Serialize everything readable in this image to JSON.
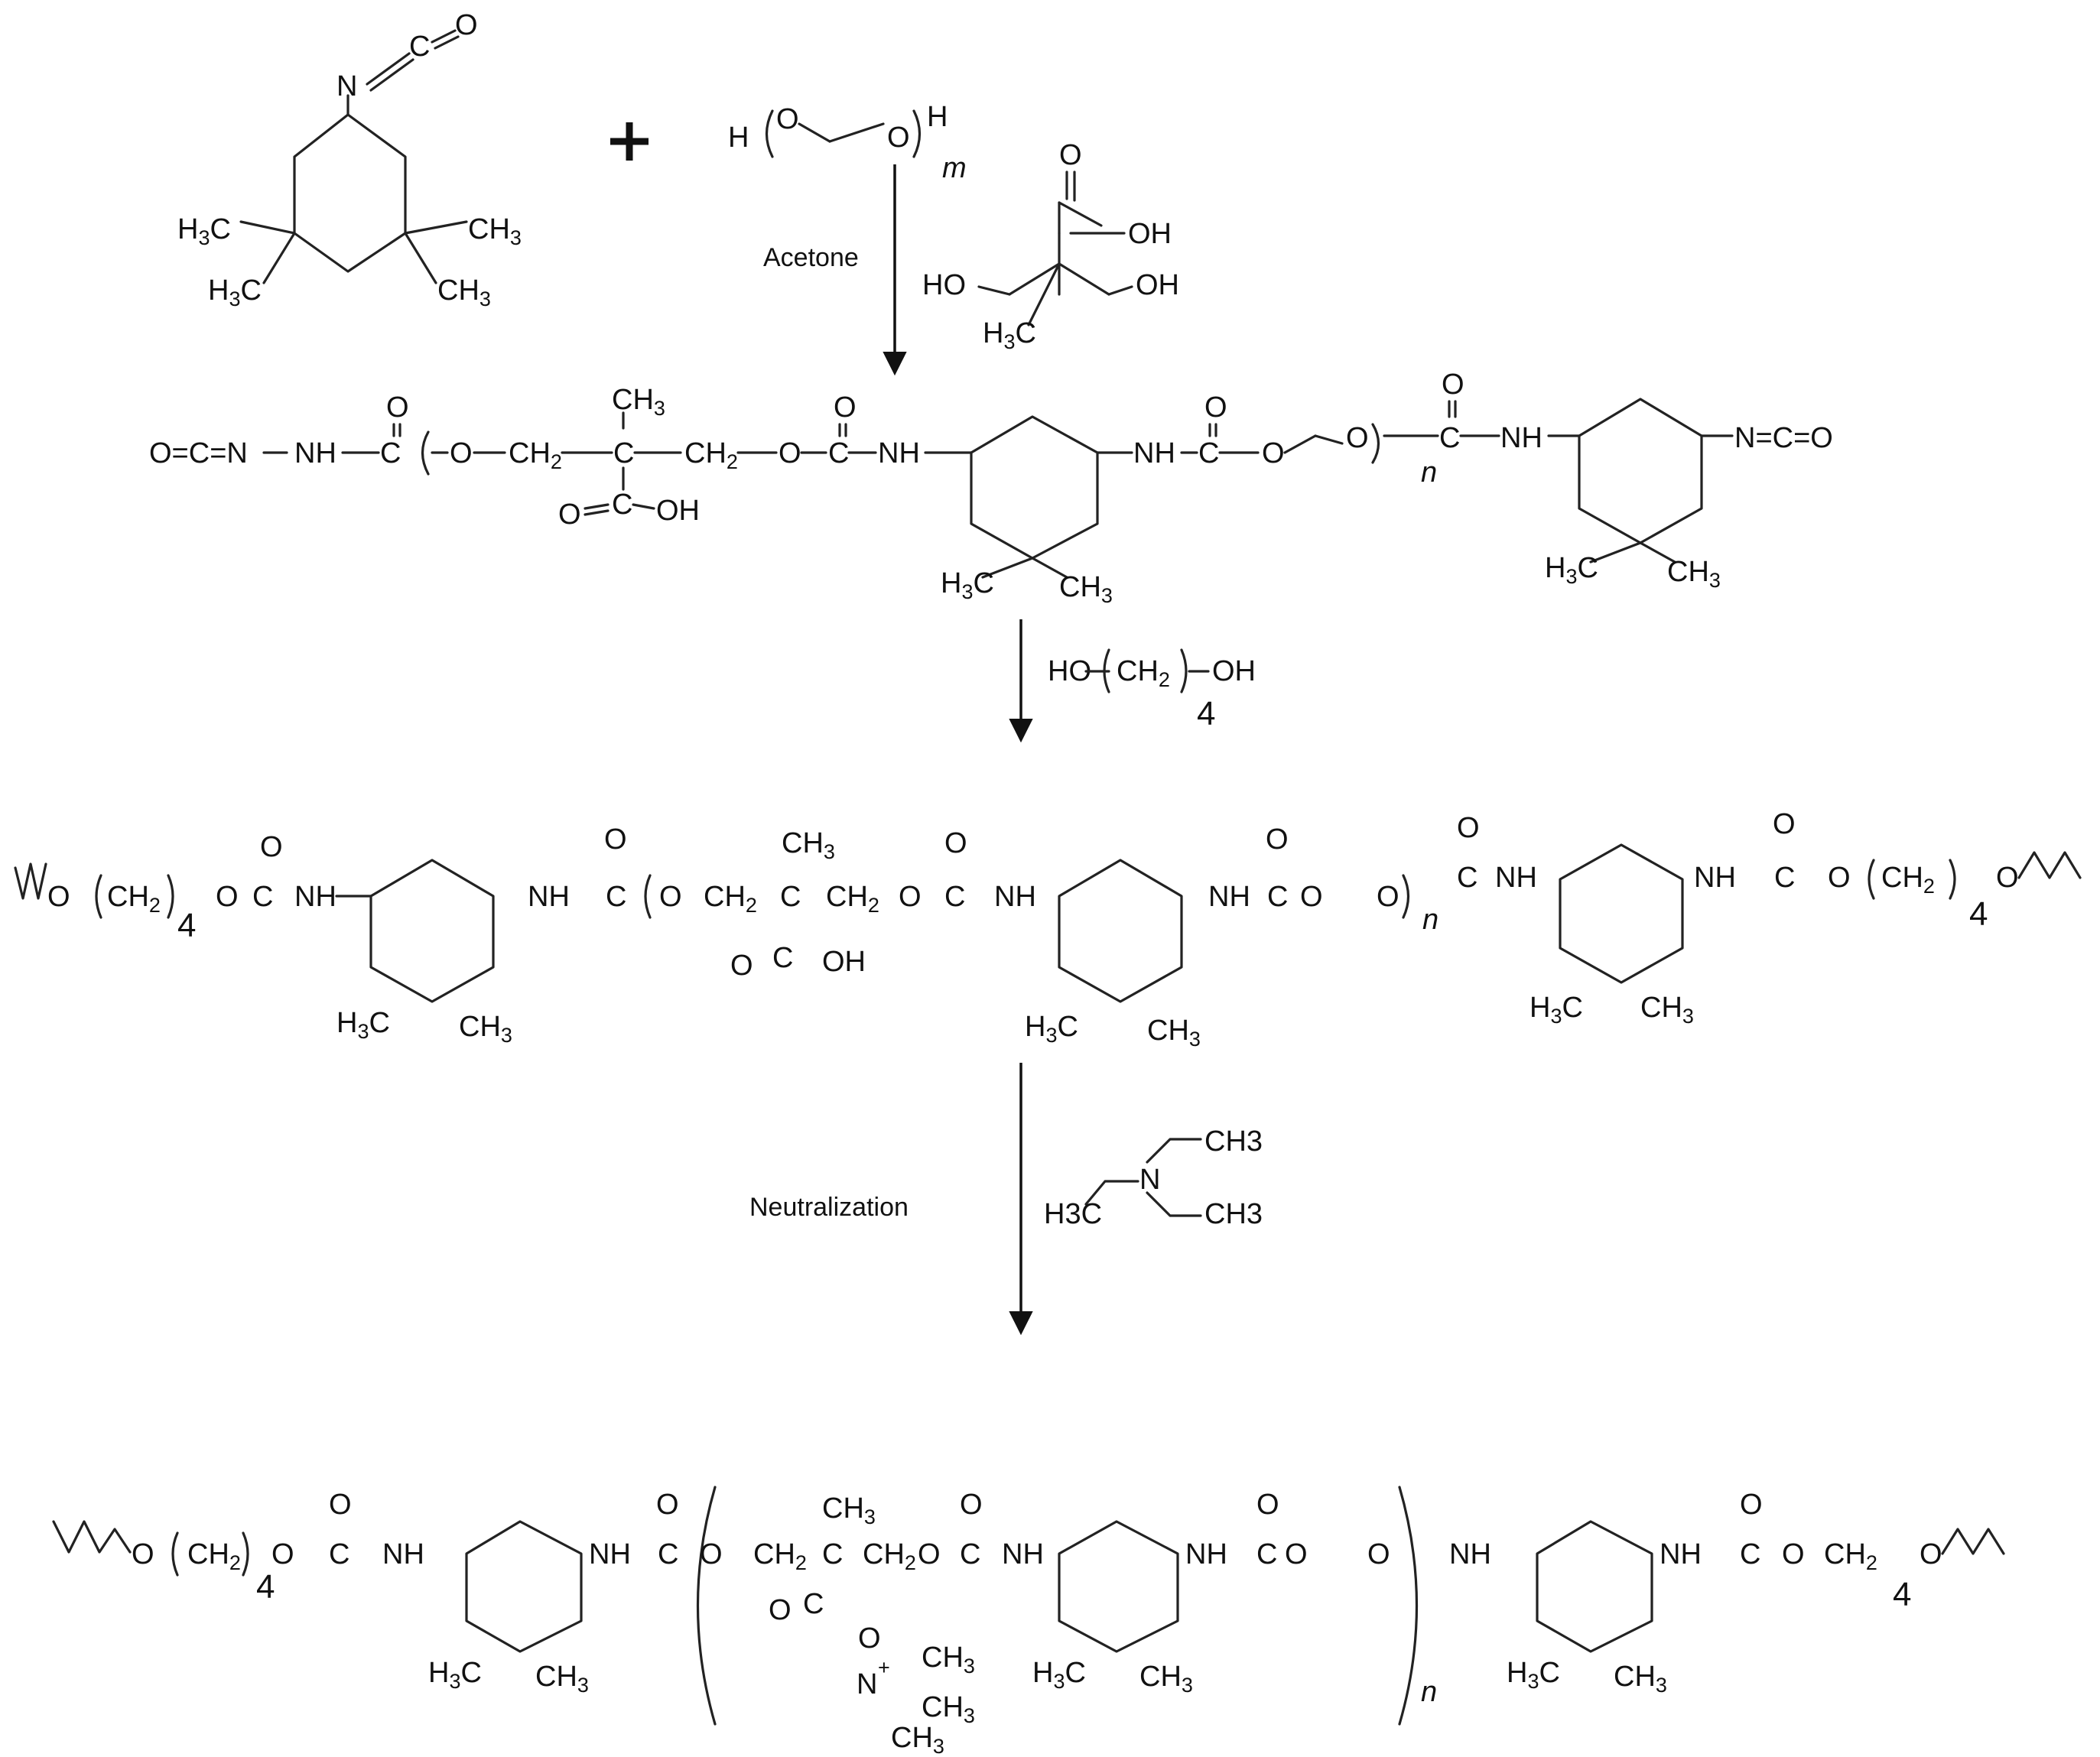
{
  "reactants": {
    "isocyanate": {
      "N": "N",
      "C": "C",
      "O": "O",
      "ch3": "CH3",
      "ch3_sub": "3"
    },
    "plus": "+",
    "peg": {
      "H_left": "H",
      "O": "O",
      "H_right": "H",
      "repeat": "m"
    },
    "dmpa": {
      "O": "O",
      "OH": "OH",
      "HO": "HO",
      "ch3": "H3C"
    }
  },
  "steps": {
    "step1": {
      "label": "Acetone"
    },
    "step2": {
      "reagent_prefix": "HO",
      "reagent_ch2": "CH2",
      "reagent_suffix": "OH",
      "repeat": "4"
    },
    "step3": {
      "label": "Neutralization",
      "amine": {
        "N": "N",
        "ch3": "CH3",
        "h3c": "H3C"
      }
    }
  },
  "prepolymer": {
    "left_nco": "O=C=N",
    "nh": "NH",
    "c": "C",
    "o": "O",
    "ch2": "CH2",
    "ch3": "CH3",
    "oh": "OH",
    "repeat": "n",
    "right_nco": "N=C=O"
  },
  "chain_extended": {
    "repeat_n": "n",
    "repeat_4": "4"
  },
  "final_product": {
    "n_plus": "N",
    "plus_sign": "+",
    "repeat_n": "n",
    "repeat_4": "4"
  }
}
